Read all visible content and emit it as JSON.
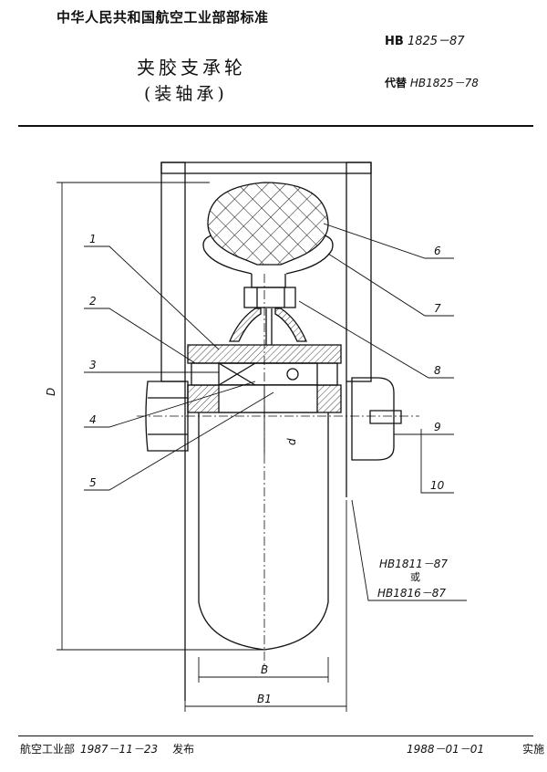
{
  "header": {
    "standard_name": "中华人民共和国航空工业部部标准",
    "title_line1": "夹胶支承轮",
    "title_line2": "(装轴承)",
    "code_prefix": "HB",
    "code_number": "1825－87",
    "replace_label": "代替",
    "replace_code": "HB1825－78"
  },
  "drawing": {
    "callouts": [
      "1",
      "2",
      "3",
      "4",
      "5",
      "6",
      "7",
      "8",
      "9",
      "10"
    ],
    "dim_D": "D",
    "dim_d": "d",
    "dim_B": "B",
    "dim_B1": "B1",
    "ref_standard_1": "HB1811－87",
    "ref_or": "或",
    "ref_standard_2": "HB1816－87"
  },
  "footer": {
    "issuer": "航空工业部",
    "issue_date": "1987－11－23",
    "issue_label": "发布",
    "effective_date": "1988－01－01",
    "effective_label": "实施"
  }
}
